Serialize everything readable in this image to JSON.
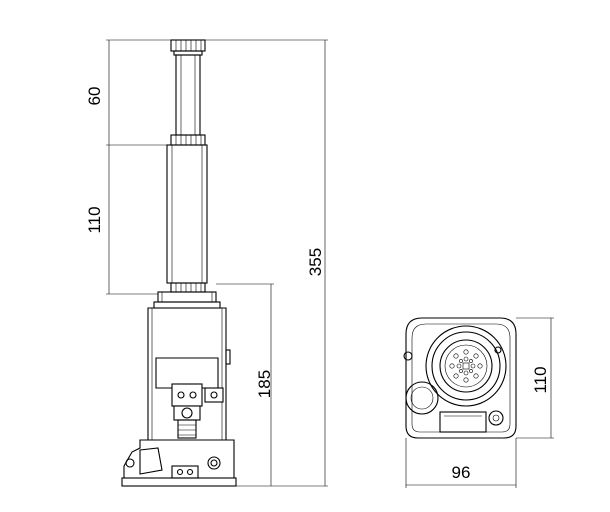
{
  "dimensions": {
    "ram_extension": "60",
    "screw_extension": "110",
    "min_height": "185",
    "overall_height": "355",
    "base_depth": "110",
    "base_width": "96"
  }
}
